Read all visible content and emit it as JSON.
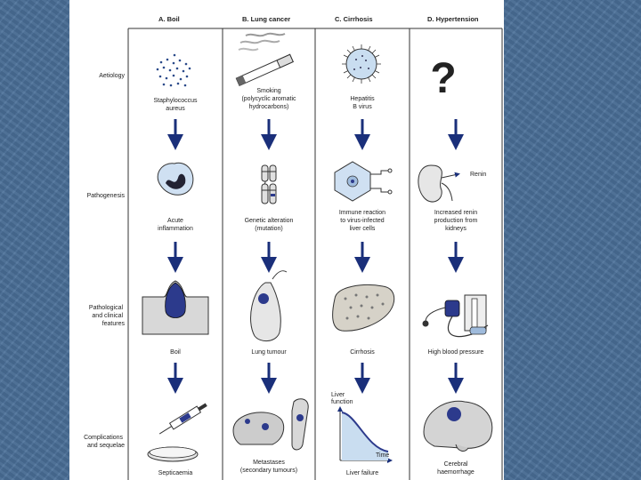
{
  "columns": [
    {
      "header": "A. Boil",
      "aetiology": [
        "Staphylococcus",
        "aureus"
      ],
      "pathogenesis": [
        "Acute",
        "inflammation"
      ],
      "features": [
        "Boil"
      ],
      "complications": [
        "Septicaemia"
      ]
    },
    {
      "header": "B. Lung cancer",
      "aetiology": [
        "Smoking",
        "(polycyclic aromatic",
        "hydrocarbons)"
      ],
      "pathogenesis": [
        "Genetic alteration",
        "(mutation)"
      ],
      "features": [
        "Lung tumour"
      ],
      "complications": [
        "Metastases",
        "(secondary tumours)"
      ]
    },
    {
      "header": "C. Cirrhosis",
      "aetiology": [
        "Hepatitis",
        "B virus"
      ],
      "pathogenesis": [
        "Immune reaction",
        "to virus-infected",
        "liver cells"
      ],
      "features": [
        "Cirrhosis"
      ],
      "complications": [
        "Liver failure"
      ]
    },
    {
      "header": "D. Hypertension",
      "aetiology": [],
      "pathogenesis": [
        "Increased renin",
        "production from",
        "kidneys"
      ],
      "features": [
        "High blood pressure"
      ],
      "complications": [
        "Cerebral",
        "haemorrhage"
      ]
    }
  ],
  "row_labels": {
    "aetiology": [
      "Aetiology"
    ],
    "pathogenesis": [
      "Pathogenesis"
    ],
    "features": [
      "Pathological",
      "and clinical",
      "features"
    ],
    "complications": [
      "Complications",
      "and sequelae"
    ]
  },
  "unknown_mark": "?",
  "renin_label": "Renin",
  "graph": {
    "ylabel": [
      "Liver",
      "function"
    ],
    "xlabel": "Time"
  },
  "colors": {
    "arrow": "#1a2f7a",
    "accent": "#2c3a8c",
    "slide_bg": "#4a6f98"
  }
}
